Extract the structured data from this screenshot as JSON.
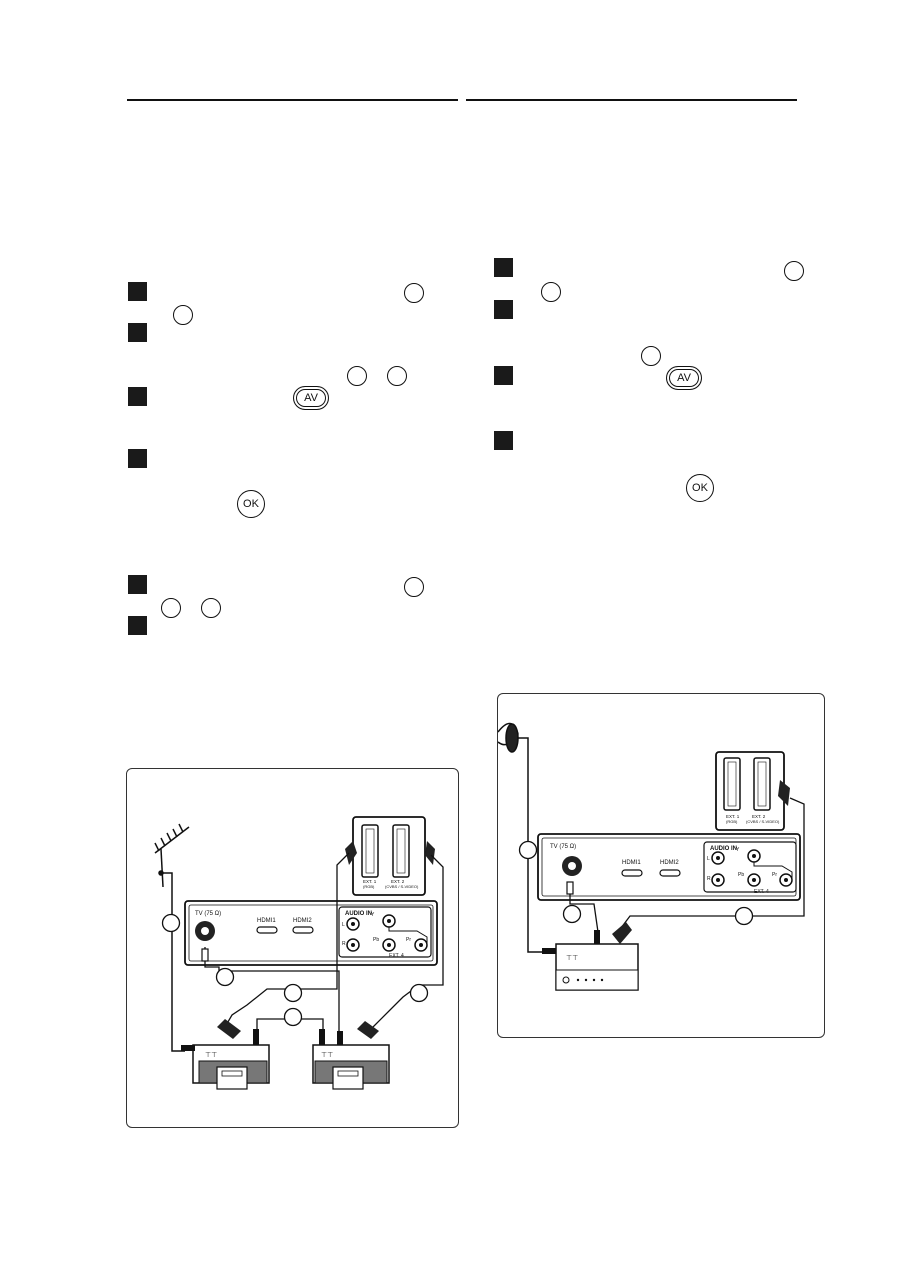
{
  "buttons": {
    "av": "AV",
    "ok": "OK"
  },
  "left_diagram": {
    "tv_rf": "TV (75 Ω)",
    "hdmi1": "HDMI1",
    "hdmi2": "HDMI2",
    "audio_in": "AUDIO IN",
    "audio_l": "L",
    "audio_r": "R",
    "y": "Y",
    "pb": "Pb",
    "pr": "Pr",
    "ext4": "EXT. 4",
    "ext1": "EXT. 1",
    "ext1_sub": "(RGB)",
    "ext2": "EXT. 2",
    "ext2_sub": "(CVBS / S-VIDEO)"
  },
  "right_diagram": {
    "tv_rf": "TV (75 Ω)",
    "hdmi1": "HDMI1",
    "hdmi2": "HDMI2",
    "audio_in": "AUDIO IN",
    "audio_l": "L",
    "audio_r": "R",
    "y": "Y",
    "pb": "Pb",
    "pr": "Pr",
    "ext4": "EXT. 4",
    "ext1": "EXT. 1",
    "ext1_sub": "(RGB)",
    "ext2": "EXT. 2",
    "ext2_sub": "(CVBS / S-VIDEO)"
  }
}
